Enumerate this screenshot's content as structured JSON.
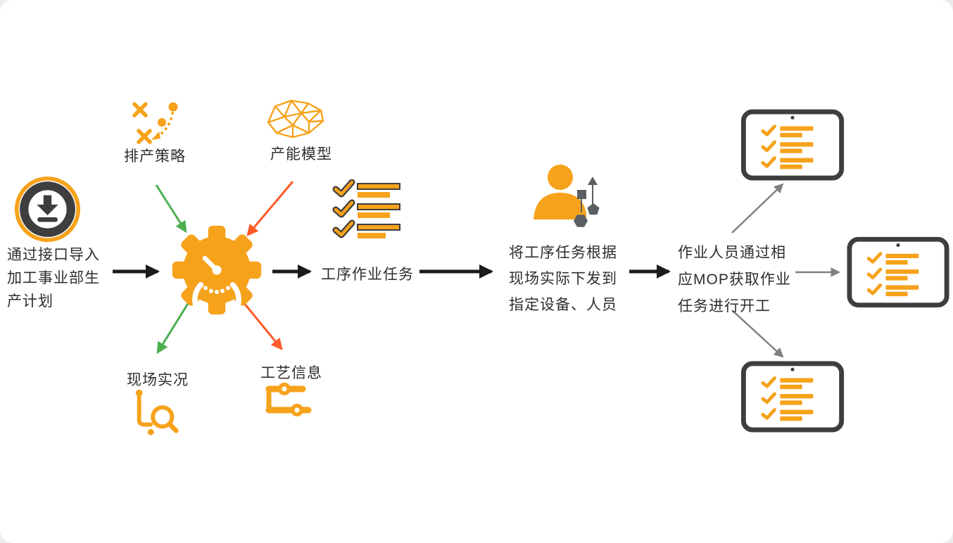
{
  "colors": {
    "accent_orange": "#F6A21B",
    "dark_gray": "#3E3E3E",
    "shape_gray": "#5B5F63",
    "arrow_black": "#1B1B1B",
    "arrow_green": "#4CAF50",
    "arrow_red": "#FF5A28",
    "arrow_gray": "#808080",
    "text": "#2E2E2E"
  },
  "nodes": {
    "import_plan": {
      "text": "通过接口导入\n加工事业部生\n产计划",
      "icon": "download-import-icon"
    },
    "scheduling_strategy": {
      "label": "排产策略",
      "icon": "strategy-icon"
    },
    "capacity_model": {
      "label": "产能模型",
      "icon": "mesh-model-icon"
    },
    "scheduling_engine": {
      "icon": "gear-gauge-icon"
    },
    "site_live_status": {
      "label": "现场实况",
      "icon": "search-live-icon"
    },
    "process_info": {
      "label": "工艺信息",
      "icon": "process-flow-icon"
    },
    "operation_tasks": {
      "label": "工序作业任务",
      "icon": "checklist-icon"
    },
    "dispatch": {
      "text": "将工序任务根据\n现场实际下发到\n指定设备、人员",
      "icon": "worker-icon"
    },
    "mop_note": {
      "text": "作业人员通过相\n应MOP获取作业\n任务进行开工"
    },
    "terminals": {
      "icon": "tablet-checklist-icon",
      "count": 3
    }
  }
}
